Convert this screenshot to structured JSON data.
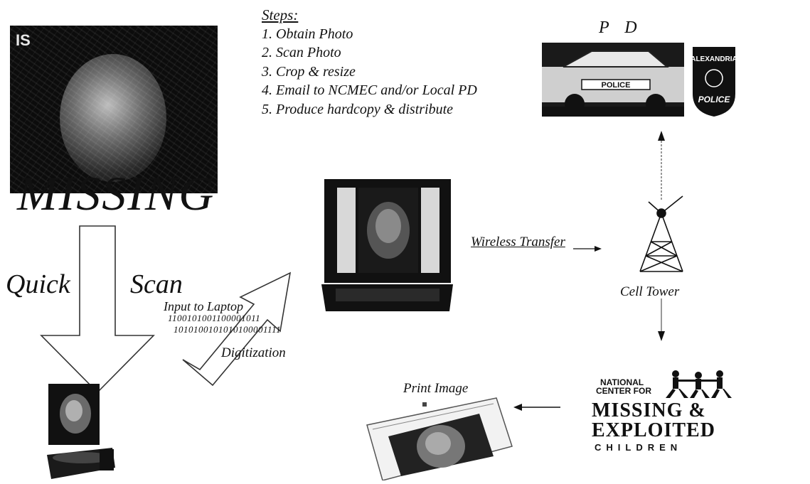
{
  "steps": {
    "title": "Steps:",
    "items": [
      "1. Obtain Photo",
      "2. Scan Photo",
      "3. Crop & resize",
      "4. Email to NCMEC and/or Local PD",
      "5. Produce hardcopy & distribute"
    ]
  },
  "poster": {
    "missing_text": "MISSING",
    "corner_text": "IS"
  },
  "flow": {
    "quick": "Quick",
    "scan": "Scan",
    "input_to_laptop": "Input to Laptop",
    "binary_line1": "1100101001100001011",
    "binary_line2": "1010100101010100001111",
    "digitization": "Digitization",
    "wireless_transfer": "Wireless Transfer",
    "cell_tower": "Cell Tower",
    "print_image": "Print Image"
  },
  "police": {
    "label": "P D",
    "car_text": "POLICE",
    "badge_line1": "ALEXANDRIA",
    "badge_line2": "POLICE"
  },
  "ncmec": {
    "line1": "NATIONAL",
    "line2": "CENTER FOR",
    "line3": "MISSING &",
    "line4": "EXPLOITED",
    "line5": "CHILDREN"
  },
  "icons": {
    "tower": "cell-tower-icon",
    "laptop": "laptop-icon",
    "printer": "printer-icon",
    "scanner": "scanner-icon"
  }
}
